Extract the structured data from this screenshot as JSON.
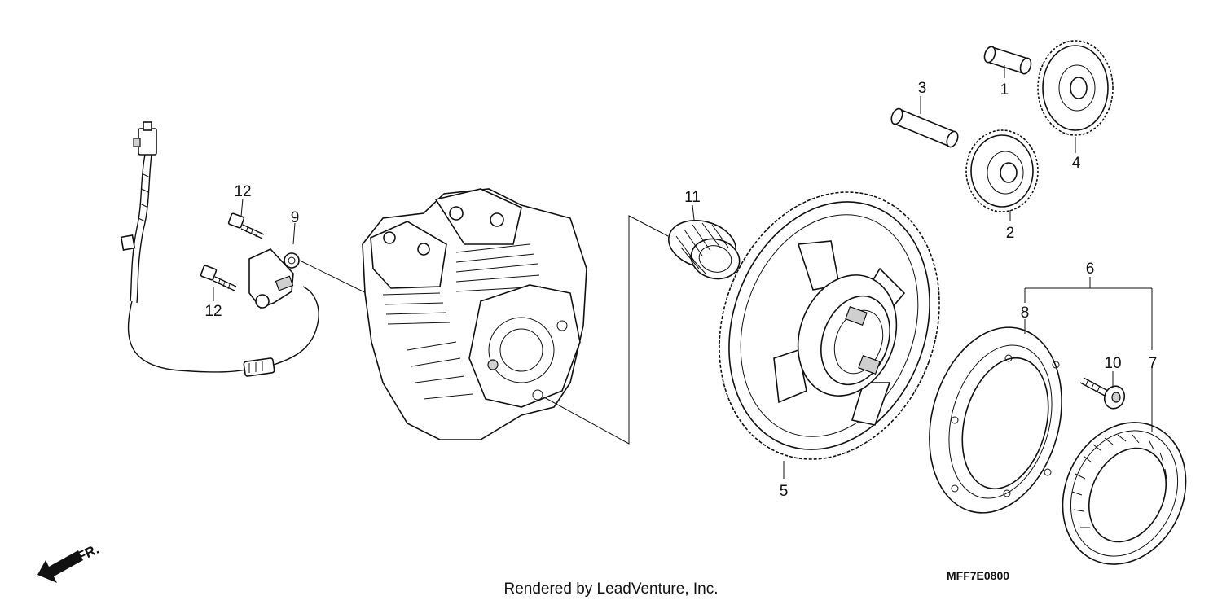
{
  "diagram": {
    "callouts": {
      "c1": "1",
      "c2": "2",
      "c3": "3",
      "c4": "4",
      "c5": "5",
      "c6": "6",
      "c7": "7",
      "c8": "8",
      "c9": "9",
      "c10": "10",
      "c11": "11",
      "c12a": "12",
      "c12b": "12"
    },
    "direction_label": "FR.",
    "diagram_code": "MFF7E0800",
    "credit": "Rendered by LeadVenture, Inc."
  }
}
